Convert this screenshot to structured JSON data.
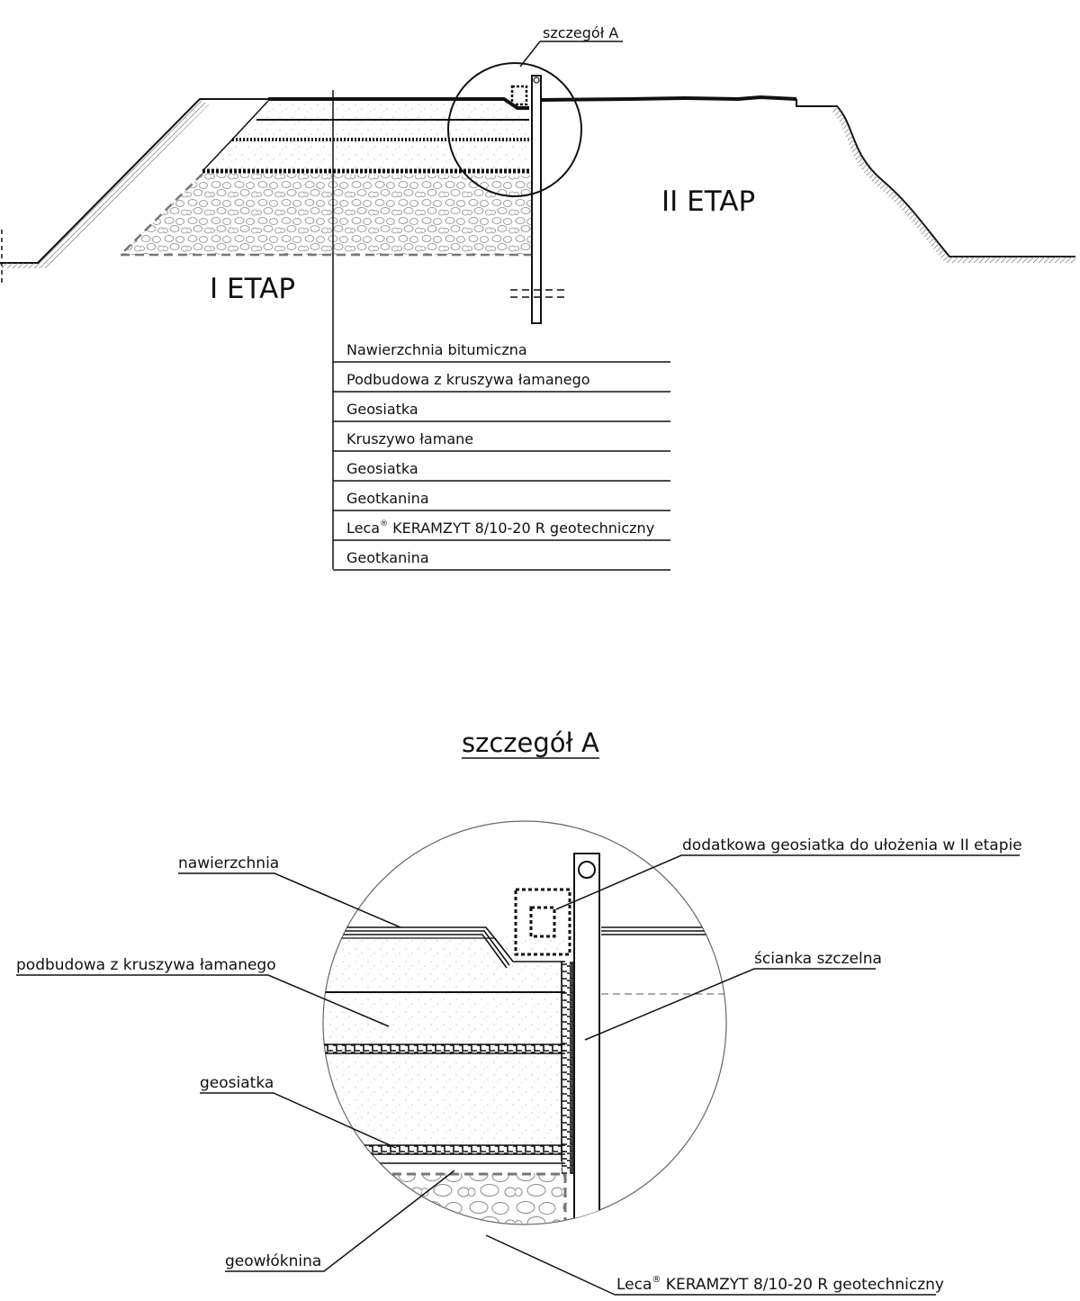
{
  "upper": {
    "callout": "szczegół A",
    "stage1": "I ETAP",
    "stage2": "II ETAP",
    "layers": [
      {
        "text": "Nawierzchnia bitumiczna"
      },
      {
        "text": "Podbudowa z kruszywa łamanego"
      },
      {
        "text": "Geosiatka"
      },
      {
        "text": "Kruszywo łamane"
      },
      {
        "text": "Geosiatka"
      },
      {
        "text": "Geotkanina"
      },
      {
        "text": "Leca",
        "sup": "®",
        "rest": " KERAMZYT 8/10-20 R geotechniczny"
      },
      {
        "text": "Geotkanina"
      }
    ]
  },
  "detail": {
    "title": "szczegół A",
    "labels": {
      "nawierzchnia": "nawierzchnia",
      "podbudowa": "podbudowa z kruszywa łamanego",
      "geosiatka": "geosiatka",
      "geowloknina": "geowłóknina",
      "dodatkowa": "dodatkowa geosiatka do ułożenia w II etapie",
      "scianka": "ścianka szczelna",
      "leca": "Leca",
      "leca_sup": "®",
      "leca_rest": " KERAMZYT 8/10-20 R geotechniczny"
    }
  }
}
